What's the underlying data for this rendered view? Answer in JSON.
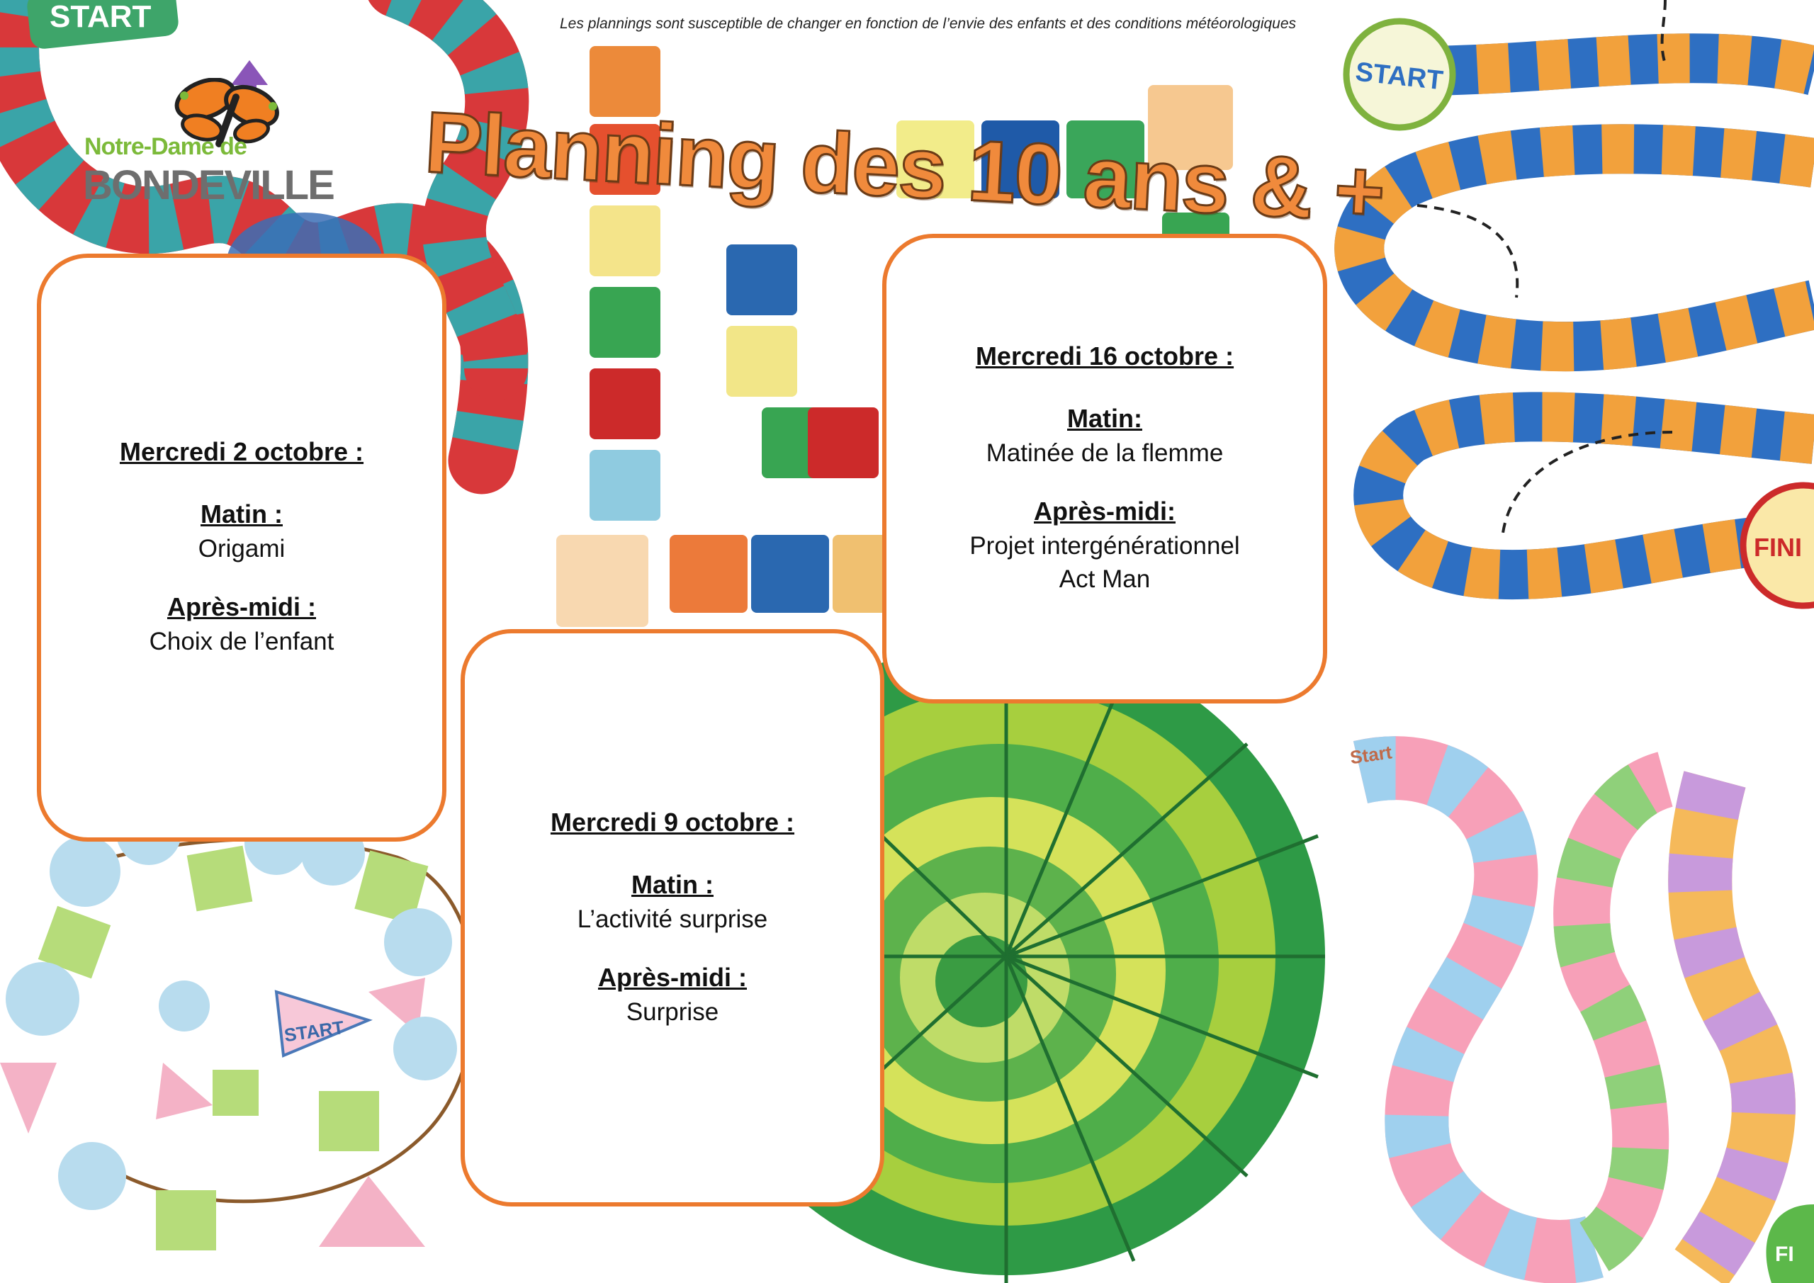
{
  "header": {
    "notice": "Les plannings sont susceptible de  changer en fonction de l’envie des enfants et des conditions météorologiques",
    "title": "Planning des 10 ans & +"
  },
  "logo": {
    "line1": "Notre-Dame",
    "line1_suffix": "de",
    "line2": "BONDEVILLE"
  },
  "background": {
    "start_labels": [
      "START",
      "START",
      "START",
      "Start"
    ],
    "finish_labels": [
      "FINI",
      "FI"
    ]
  },
  "cards": [
    {
      "date": "Mercredi 2 octobre :",
      "morning_label": "Matin :",
      "morning": "Origami",
      "afternoon_label": "Après-midi :",
      "afternoon": "Choix de l’enfant",
      "afternoon_extra": ""
    },
    {
      "date": "Mercredi 9 octobre :",
      "morning_label": "Matin :",
      "morning": "L’activité surprise",
      "afternoon_label": "Après-midi :",
      "afternoon": "Surprise",
      "afternoon_extra": ""
    },
    {
      "date": "Mercredi 16 octobre :",
      "morning_label": "Matin:",
      "morning": "Matinée de la flemme",
      "afternoon_label": "Après-midi:",
      "afternoon": "Projet intergénérationnel",
      "afternoon_extra": "Act Man"
    }
  ],
  "colors": {
    "accent": "#ec7a2e",
    "title_fill": "#f08a3c",
    "logo_green": "#7cba3a",
    "logo_grey": "#6e6e6e"
  }
}
